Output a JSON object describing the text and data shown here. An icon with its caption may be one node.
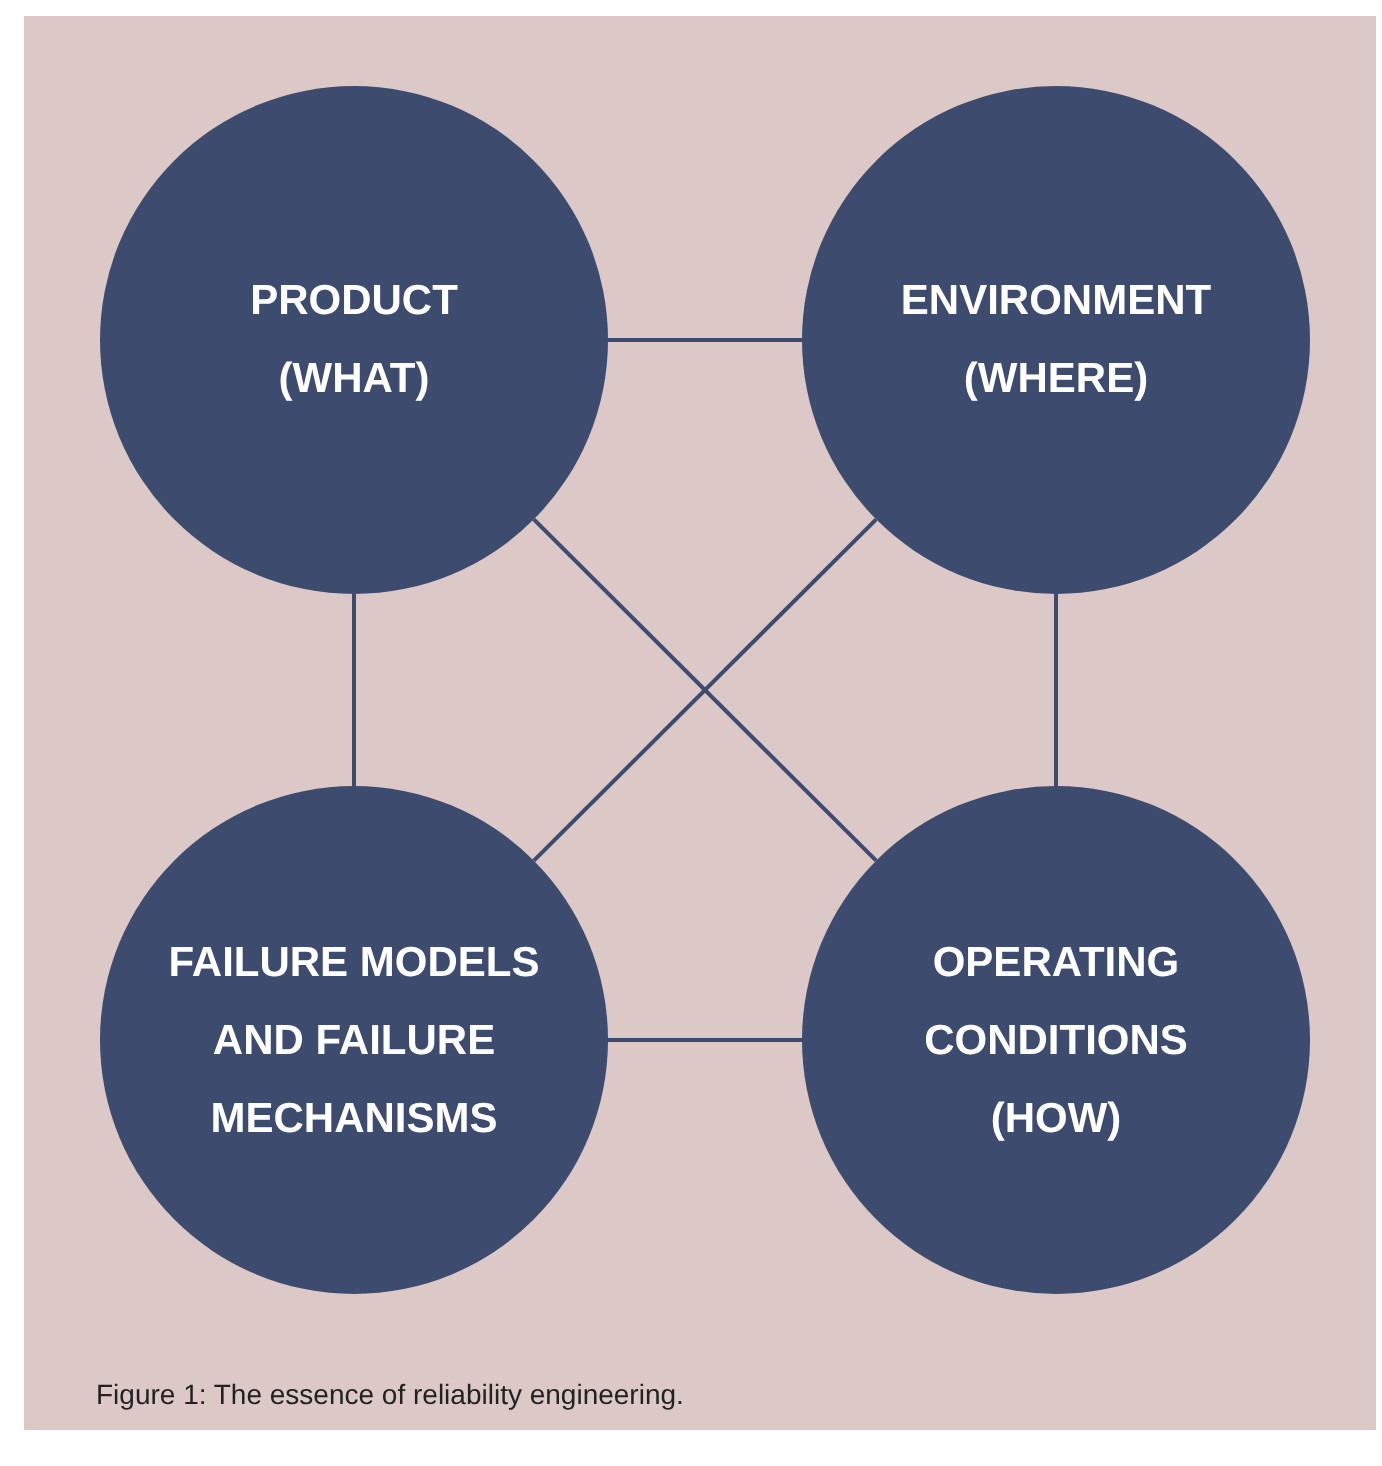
{
  "diagram": {
    "caption": "Figure 1: The essence of reliability engineering.",
    "nodes": [
      {
        "text": [
          "PRODUCT (WHAT)"
        ]
      },
      {
        "text": [
          "ENVIRONMENT (WHERE)"
        ]
      },
      {
        "text": [
          "FAILURE MODELS AND FAILURE MECHANISMS"
        ]
      },
      {
        "text": [
          "OPERATING CONDITIONS (HOW)"
        ]
      }
    ],
    "edges": [
      {
        "from": 0,
        "to": 1,
        "arrow": "none"
      },
      {
        "from": 0,
        "to": 2,
        "arrow": "none"
      },
      {
        "from": 1,
        "to": 3,
        "arrow": "none"
      },
      {
        "from": 2,
        "to": 3,
        "arrow": "none"
      },
      {
        "from": 0,
        "to": 3,
        "arrow": "none"
      },
      {
        "from": 1,
        "to": 2,
        "arrow": "none"
      }
    ]
  }
}
